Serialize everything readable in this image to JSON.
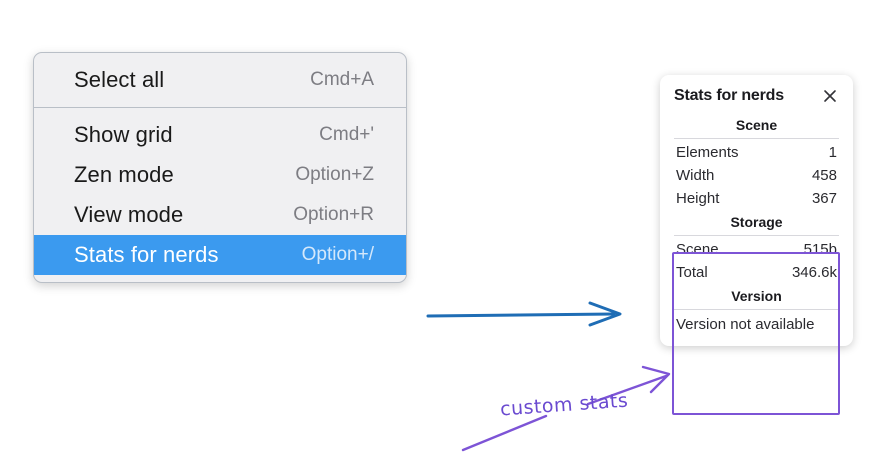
{
  "context_menu": {
    "groups": [
      {
        "items": [
          {
            "label": "Select all",
            "shortcut": "Cmd+A",
            "selected": false
          }
        ]
      },
      {
        "items": [
          {
            "label": "Show grid",
            "shortcut": "Cmd+'",
            "selected": false
          },
          {
            "label": "Zen mode",
            "shortcut": "Option+Z",
            "selected": false
          },
          {
            "label": "View mode",
            "shortcut": "Option+R",
            "selected": false
          },
          {
            "label": "Stats for nerds",
            "shortcut": "Option+/",
            "selected": true
          }
        ]
      }
    ]
  },
  "stats_panel": {
    "title": "Stats for nerds",
    "close_icon": "close-icon",
    "sections": [
      {
        "title": "Scene",
        "rows": [
          {
            "key": "Elements",
            "value": "1"
          },
          {
            "key": "Width",
            "value": "458"
          },
          {
            "key": "Height",
            "value": "367"
          }
        ]
      },
      {
        "title": "Storage",
        "rows": [
          {
            "key": "Scene",
            "value": "515b"
          },
          {
            "key": "Total",
            "value": "346.6k"
          }
        ]
      },
      {
        "title": "Version",
        "free_text": "Version not available"
      }
    ]
  },
  "annotations": {
    "custom_stats_label": "custom stats",
    "blue_arrow_color": "#1f6db5",
    "purple_color": "#7d54d6",
    "highlight_color": "#3b9aef"
  }
}
